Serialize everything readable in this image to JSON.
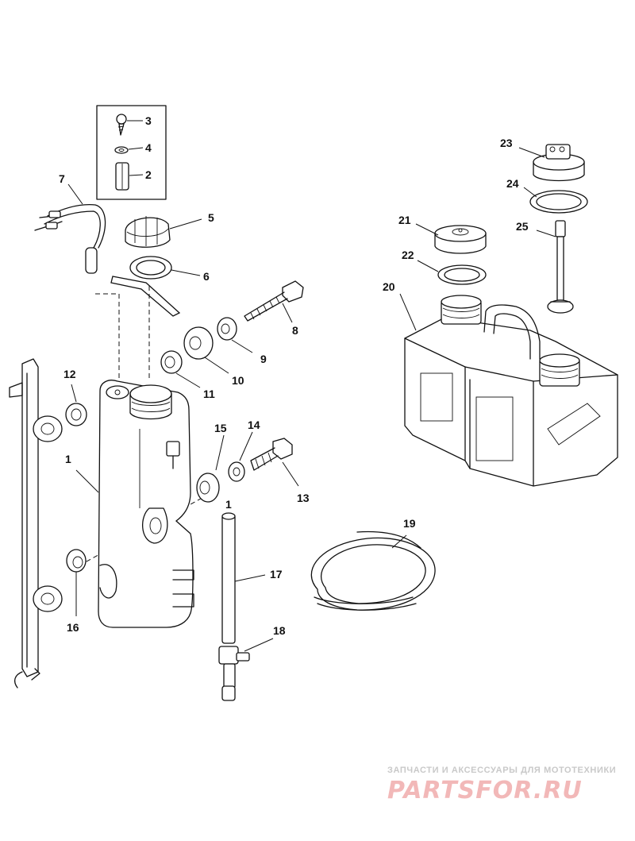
{
  "callouts": {
    "c1a": "1",
    "c1b": "1",
    "c2": "2",
    "c3": "3",
    "c4": "4",
    "c5": "5",
    "c6": "6",
    "c7": "7",
    "c8": "8",
    "c9": "9",
    "c10": "10",
    "c11": "11",
    "c12": "12",
    "c13": "13",
    "c14": "14",
    "c15": "15",
    "c16": "16",
    "c17": "17",
    "c18": "18",
    "c19": "19",
    "c20": "20",
    "c21": "21",
    "c22": "22",
    "c23": "23",
    "c24": "24",
    "c25": "25"
  },
  "watermark": {
    "tagline": "ЗАПЧАСТИ И АКСЕССУАРЫ ДЛЯ МОТОТЕХНИКИ",
    "logo": "PARTSFOR.RU"
  }
}
